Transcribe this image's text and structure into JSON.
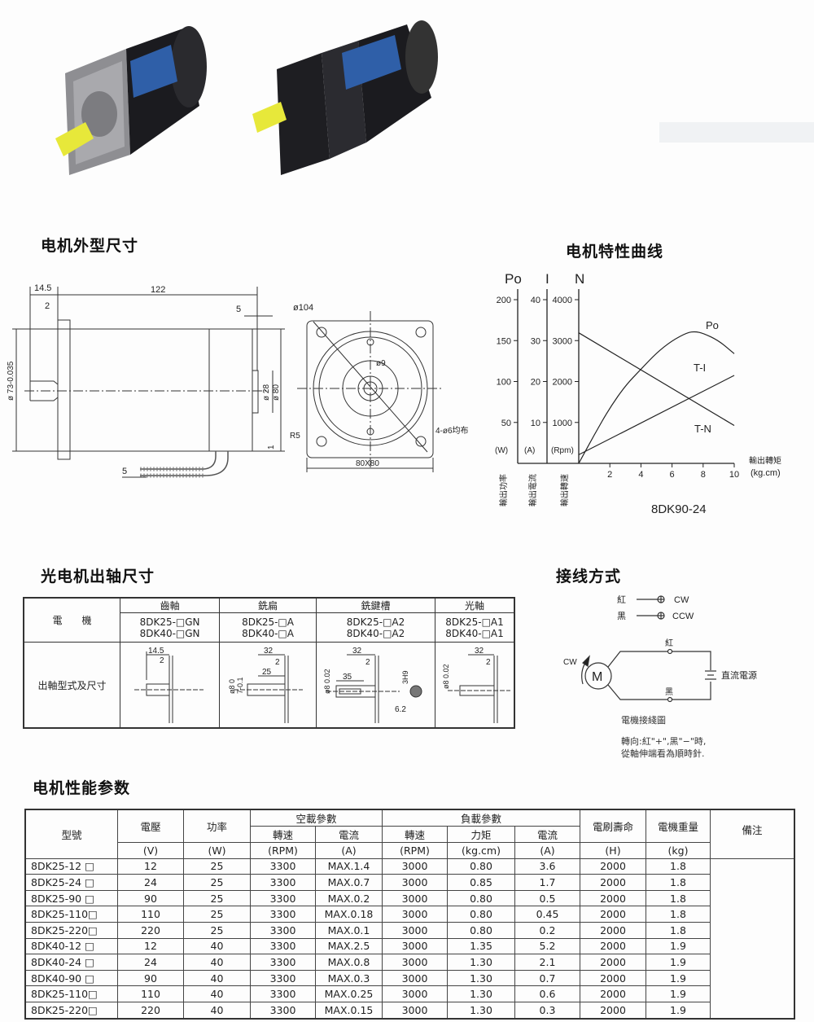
{
  "sections": {
    "outline": "电机外型尺寸",
    "curve": "电机特性曲线",
    "shaft": "光电机出轴尺寸",
    "wiring": "接线方式",
    "performance": "电机性能参数"
  },
  "outline_dims": {
    "d14_5": "14.5",
    "d122": "122",
    "d2": "2",
    "d5_top": "5",
    "d5_cable": "5",
    "d1": "1",
    "phi73": "ø 73-0.035",
    "phi28": "ø 28",
    "phi80": "ø 80",
    "phi104": "ø104",
    "phi9": "ø9",
    "r5": "R5",
    "holes": "4-ø6均布",
    "square": "80X80"
  },
  "chart_data": {
    "type": "line",
    "title": "8DK90-24",
    "xlabel": "輸出轉矩",
    "xunit": "(kg.cm)",
    "x_ticks": [
      2,
      4,
      6,
      8,
      10
    ],
    "xlim": [
      0,
      10
    ],
    "axes": [
      {
        "name": "Po",
        "unit": "(W)",
        "label": "輸出功率",
        "ticks": [
          50,
          100,
          150,
          200
        ],
        "lim": [
          0,
          200
        ]
      },
      {
        "name": "I",
        "unit": "(A)",
        "label": "輸出電流",
        "ticks": [
          10,
          20,
          30,
          40
        ],
        "lim": [
          0,
          40
        ]
      },
      {
        "name": "N",
        "unit": "(Rpm)",
        "label": "輸出轉速",
        "ticks": [
          1000,
          2000,
          3000,
          4000
        ],
        "lim": [
          0,
          4000
        ]
      }
    ],
    "series": [
      {
        "name": "Po",
        "axis": "Po",
        "x": [
          0,
          1,
          2,
          3,
          4,
          5,
          6,
          7,
          7.5,
          8,
          9,
          10
        ],
        "y": [
          0,
          35,
          68,
          95,
          115,
          135,
          150,
          160,
          161,
          159,
          150,
          134
        ]
      },
      {
        "name": "T-I",
        "axis": "I",
        "x": [
          0,
          10
        ],
        "y": [
          2.1,
          21.5
        ]
      },
      {
        "name": "T-N",
        "axis": "N",
        "x": [
          0,
          10
        ],
        "y": [
          3190,
          925
        ]
      }
    ]
  },
  "shaft_table": {
    "motor_header": "電　　機",
    "row_label": "出軸型式及尺寸",
    "columns": [
      {
        "type": "齒軸",
        "model1": "8DK25-□GN",
        "model2": "8DK40-□GN"
      },
      {
        "type": "銑扁",
        "model1": "8DK25-□A",
        "model2": "8DK40-□A"
      },
      {
        "type": "銑鍵槽",
        "model1": "8DK25-□A2",
        "model2": "8DK40-□A2"
      },
      {
        "type": "光軸",
        "model1": "8DK25-□A1",
        "model2": "8DK40-□A1"
      }
    ],
    "dims": {
      "g14_5": "14.5",
      "g2": "2",
      "a32": "32",
      "a2": "2",
      "a25": "25",
      "a8": "ø8 0",
      "a7": "7-0.1",
      "k32": "32",
      "k2": "2",
      "k35": "35",
      "k8": "ø8 0.02",
      "k3h9": "3H9",
      "k62": "6.2",
      "p32": "32",
      "p2": "2",
      "p8": "ø8 0.02"
    }
  },
  "wiring": {
    "red": "紅",
    "black": "黑",
    "cw": "CW",
    "ccw": "CCW",
    "motor": "M",
    "rot": "CW",
    "power": "直流電源",
    "red2": "紅",
    "black2": "黑",
    "caption": "電機接綫圖",
    "note1": "轉向:紅\"+\",黑\"−\"時,",
    "note2": "從軸伸端看為順時針."
  },
  "performance": {
    "headers": {
      "model": "型號",
      "voltage": "電壓",
      "power": "功率",
      "noload": "空載參數",
      "load": "負載參數",
      "speed": "轉速",
      "current": "電流",
      "speed2": "轉速",
      "torque": "力矩",
      "current2": "電流",
      "brush": "電刷壽命",
      "weight": "電機重量",
      "remark": "備注"
    },
    "units": [
      "(V)",
      "(W)",
      "(RPM)",
      "(A)",
      "(RPM)",
      "(kg.cm)",
      "(A)",
      "(H)",
      "(kg)"
    ],
    "rows": [
      [
        "8DK25-12 □",
        "12",
        "25",
        "3300",
        "MAX.1.4",
        "3000",
        "0.80",
        "3.6",
        "2000",
        "1.8"
      ],
      [
        "8DK25-24 □",
        "24",
        "25",
        "3300",
        "MAX.0.7",
        "3000",
        "0.85",
        "1.7",
        "2000",
        "1.8"
      ],
      [
        "8DK25-90 □",
        "90",
        "25",
        "3300",
        "MAX.0.2",
        "3000",
        "0.80",
        "0.5",
        "2000",
        "1.8"
      ],
      [
        "8DK25-110□",
        "110",
        "25",
        "3300",
        "MAX.0.18",
        "3000",
        "0.80",
        "0.45",
        "2000",
        "1.8"
      ],
      [
        "8DK25-220□",
        "220",
        "25",
        "3300",
        "MAX.0.1",
        "3000",
        "0.80",
        "0.2",
        "2000",
        "1.8"
      ],
      [
        "8DK40-12 □",
        "12",
        "40",
        "3300",
        "MAX.2.5",
        "3000",
        "1.35",
        "5.2",
        "2000",
        "1.9"
      ],
      [
        "8DK40-24 □",
        "24",
        "40",
        "3300",
        "MAX.0.8",
        "3000",
        "1.30",
        "2.1",
        "2000",
        "1.9"
      ],
      [
        "8DK40-90 □",
        "90",
        "40",
        "3300",
        "MAX.0.3",
        "3000",
        "1.30",
        "0.7",
        "2000",
        "1.9"
      ],
      [
        "8DK25-110□",
        "110",
        "40",
        "3300",
        "MAX.0.25",
        "3000",
        "1.30",
        "0.6",
        "2000",
        "1.9"
      ],
      [
        "8DK25-220□",
        "220",
        "40",
        "3300",
        "MAX.0.15",
        "3000",
        "1.30",
        "0.3",
        "2000",
        "1.9"
      ]
    ]
  }
}
